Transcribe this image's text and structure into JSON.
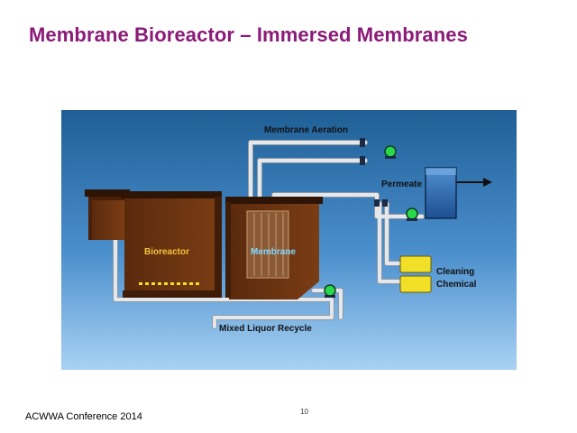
{
  "slide": {
    "title": "Membrane Bioreactor – Immersed Membranes",
    "footer": "ACWWA Conference 2014",
    "page_number": "10"
  },
  "diagram": {
    "labels": {
      "membrane_aeration": "Membrane Aeration",
      "permeate": "Permeate",
      "bioreactor": "Bioreactor",
      "membrane": "Membrane",
      "cleaning_line1": "Cleaning",
      "cleaning_line2": "Chemical",
      "mixed_liquor_recycle": "Mixed Liquor Recycle"
    },
    "colors": {
      "background_top": "#1f5f96",
      "background_bottom": "#9ccaf0",
      "tank_brown": "#6e3512",
      "tank_dark": "#3f1d08",
      "pipe": "#d8dde2",
      "pump_green": "#29d84a",
      "chemical_yellow": "#f2df28",
      "permeate_tank": "#2f6fb5",
      "title_purple": "#8b1a78",
      "label_light": "#f4c33a",
      "label_membrane": "#7fd6ff"
    }
  }
}
